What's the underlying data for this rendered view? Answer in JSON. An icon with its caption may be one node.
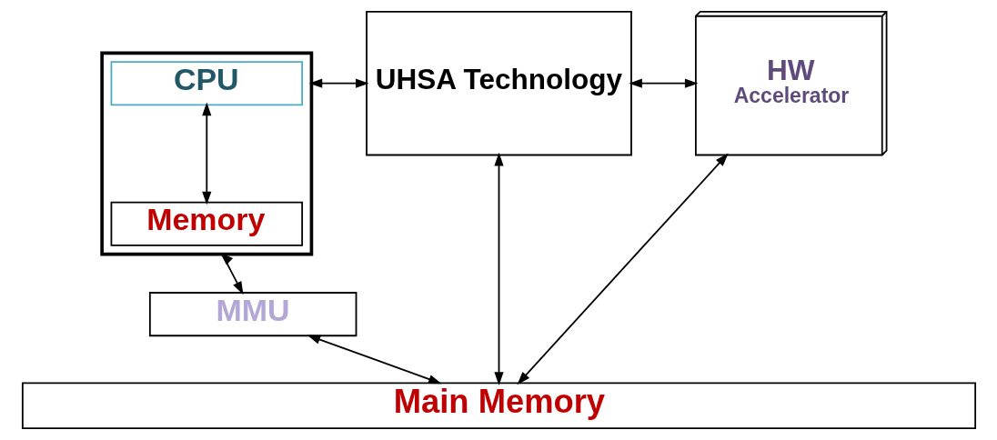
{
  "diagram": {
    "nodes": [
      {
        "text": [],
        "shape": "box"
      },
      {
        "text": [
          "CPU"
        ],
        "in": 0
      },
      {
        "text": [
          "Memory"
        ],
        "in": 0
      },
      {
        "text": [
          "UHSA Technology"
        ]
      },
      {
        "text": [
          "HW",
          "Accelerator"
        ]
      },
      {
        "text": [
          "MMU"
        ]
      },
      {
        "text": [
          "Main Memory"
        ]
      }
    ],
    "edges": [
      {
        "from": 1,
        "to": 2,
        "arrow": "both"
      },
      {
        "from": 0,
        "to": 3,
        "arrow": "both"
      },
      {
        "from": 3,
        "to": 4,
        "arrow": "both"
      },
      {
        "from": 0,
        "to": 5,
        "arrow": "both"
      },
      {
        "from": 5,
        "to": 6,
        "arrow": "both"
      },
      {
        "from": 3,
        "to": 6,
        "arrow": "both"
      },
      {
        "from": 4,
        "to": 6,
        "arrow": "both"
      }
    ]
  }
}
